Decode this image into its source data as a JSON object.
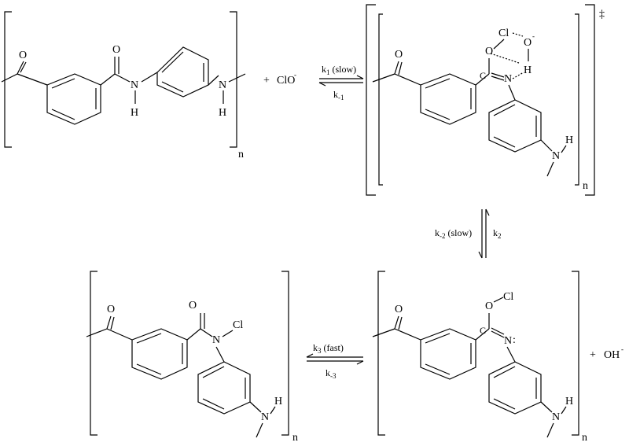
{
  "atoms": {
    "O": "O",
    "N": "N",
    "H": "H",
    "Cl": "Cl",
    "n": "n"
  },
  "reactants": {
    "plus": "+",
    "hypochlorite": "ClO",
    "hypochlorite_charge": "-"
  },
  "transition_state": {
    "symbol": "‡",
    "hydroxide_charge": "-"
  },
  "step1": {
    "k_forward": "k",
    "k_forward_sub": "1",
    "k_forward_note": "(slow)",
    "k_reverse": "k",
    "k_reverse_sub": "-1"
  },
  "step2": {
    "k_left": "k",
    "k_left_sub": "-2",
    "k_left_note": "(slow)",
    "k_right": "k",
    "k_right_sub": "2"
  },
  "step3": {
    "k_forward": "k",
    "k_forward_sub": "3",
    "k_forward_note": "(fast)",
    "k_reverse": "k",
    "k_reverse_sub": "-3"
  },
  "products": {
    "plus": "+",
    "hydroxide": "OH",
    "hydroxide_charge": "-"
  }
}
